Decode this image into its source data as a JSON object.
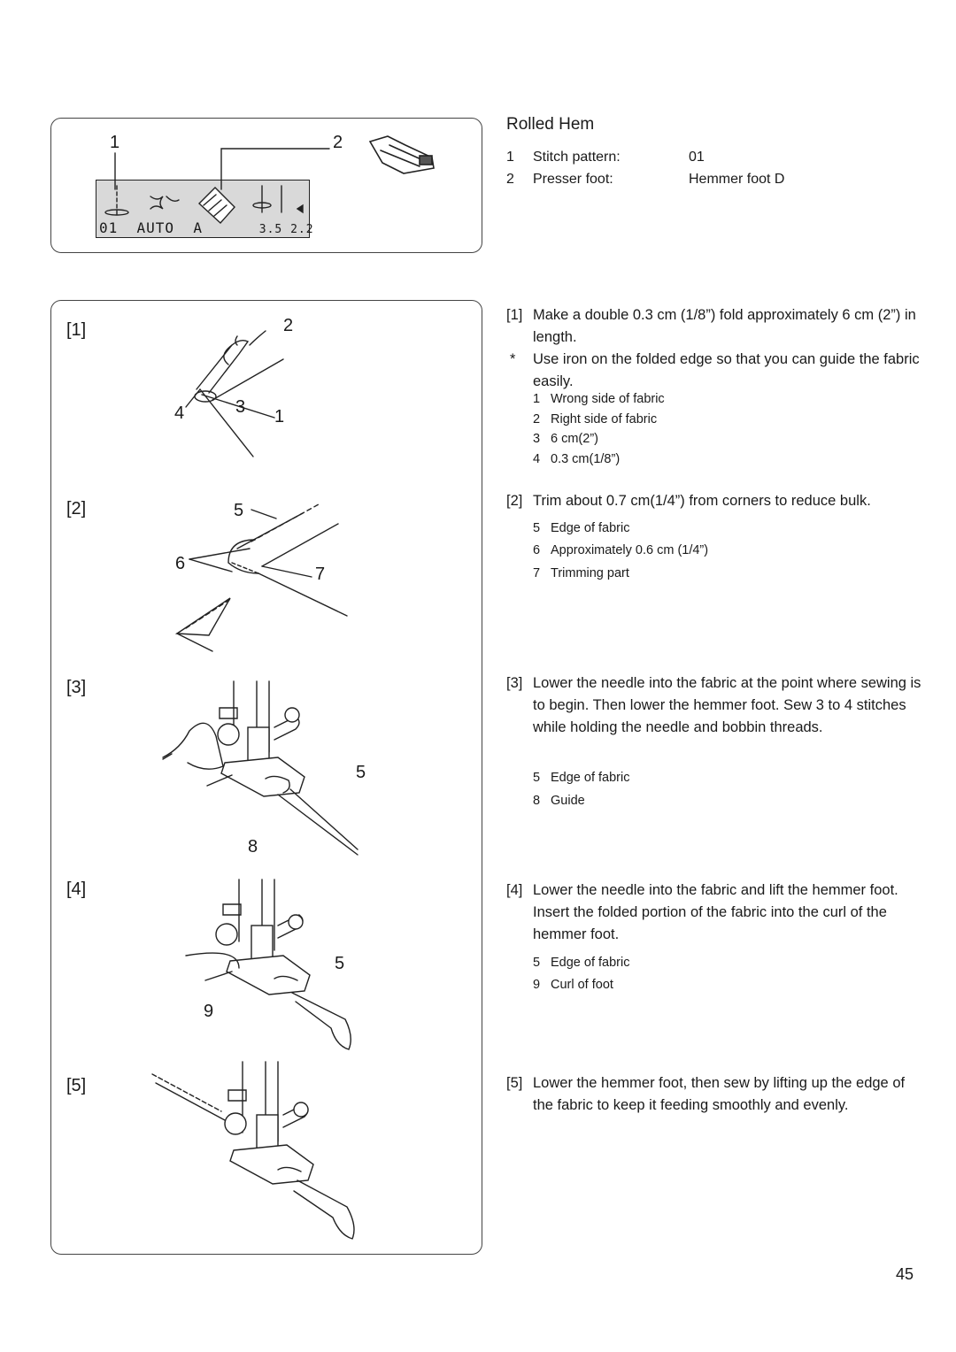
{
  "header": {
    "title": "Rolled Hem",
    "specs": [
      {
        "num": "1",
        "label": "Stitch pattern:",
        "value": "01"
      },
      {
        "num": "2",
        "label": "Presser foot:",
        "value": "Hemmer foot D"
      }
    ]
  },
  "lcd": {
    "pattern": "01",
    "mode": "AUTO",
    "letter": "A",
    "settings": "3.5 2.2"
  },
  "top_callouts": {
    "one": "1",
    "two": "2"
  },
  "figures": {
    "f1": {
      "label": "[1]",
      "callouts": [
        "2",
        "4",
        "3",
        "1"
      ]
    },
    "f2": {
      "label": "[2]",
      "callouts": [
        "5",
        "6",
        "7"
      ]
    },
    "f3": {
      "label": "[3]",
      "callouts": [
        "5",
        "8"
      ]
    },
    "f4": {
      "label": "[4]",
      "callouts": [
        "5",
        "9"
      ]
    },
    "f5": {
      "label": "[5]"
    }
  },
  "steps": [
    {
      "num": "[1]",
      "text": "Make a double 0.3 cm (1/8”) fold approximately 6 cm (2”) in length.",
      "note": "Use iron on the folded edge so that you can guide the fabric easily.",
      "note_mark": "*",
      "subs": [
        {
          "n": "1",
          "t": "Wrong side of fabric"
        },
        {
          "n": "2",
          "t": "Right side of fabric"
        },
        {
          "n": "3",
          "t": "6 cm(2”)"
        },
        {
          "n": "4",
          "t": "0.3 cm(1/8”)"
        }
      ]
    },
    {
      "num": "[2]",
      "text": "Trim about 0.7 cm(1/4”) from corners to reduce bulk.",
      "subs": [
        {
          "n": "5",
          "t": "Edge of fabric"
        },
        {
          "n": "6",
          "t": "Approximately 0.6 cm (1/4”)"
        },
        {
          "n": "7",
          "t": "Trimming part"
        }
      ]
    },
    {
      "num": "[3]",
      "text": "Lower the needle into the fabric at the point where sewing is to begin. Then lower the hemmer foot. Sew 3 to 4 stitches while holding the needle and bobbin threads.",
      "subs": [
        {
          "n": "5",
          "t": "Edge of fabric"
        },
        {
          "n": "8",
          "t": "Guide"
        }
      ]
    },
    {
      "num": "[4]",
      "text": "Lower the needle into the fabric and lift the hemmer foot. Insert the folded portion of the fabric into the curl of the hemmer foot.",
      "subs": [
        {
          "n": "5",
          "t": "Edge of fabric"
        },
        {
          "n": "9",
          "t": "Curl of foot"
        }
      ]
    },
    {
      "num": "[5]",
      "text": "Lower the hemmer foot, then sew by lifting up the edge of the fabric to keep it feeding smoothly and evenly."
    }
  ],
  "page_number": "45"
}
